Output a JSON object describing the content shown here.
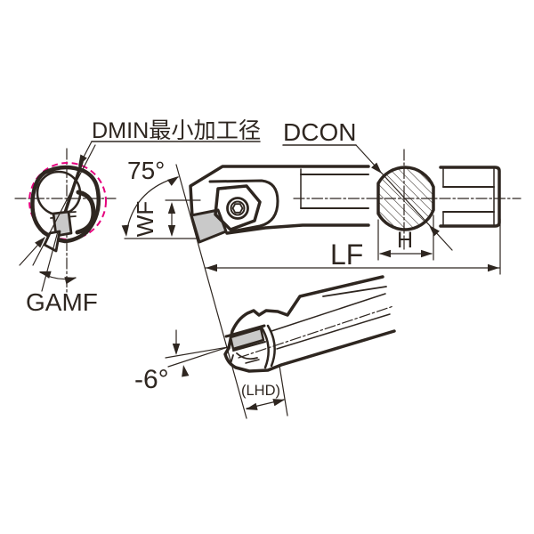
{
  "drawing": {
    "type": "tool-engineering-diagram",
    "labels": {
      "dmin": "DMIN最小加工径",
      "dcon": "DCON",
      "angle75": "75°",
      "wf": "WF",
      "gamf": "GAMF",
      "lf": "LF",
      "h": "H",
      "minus6": "-6°",
      "lhd": "(LHD)"
    },
    "colors": {
      "line": "#2e2620",
      "dmin_circle": "#e5007d",
      "insert_fill": "#c9c9c9",
      "background": "#ffffff"
    }
  }
}
